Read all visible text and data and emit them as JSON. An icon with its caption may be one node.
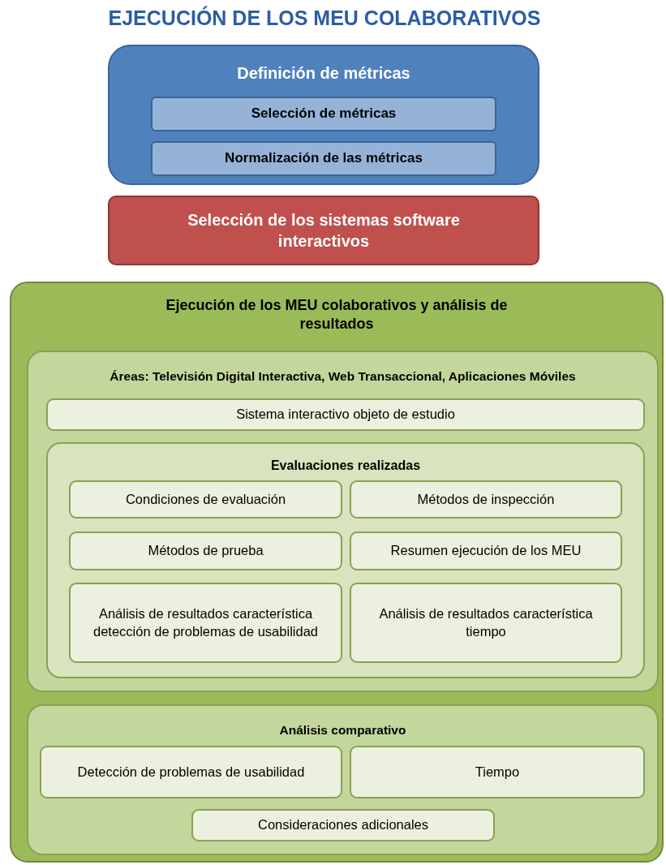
{
  "diagram": {
    "title": "EJECUCIÓN DE LOS MEU COLABORATIVOS",
    "nodes": [
      {
        "text": [
          "Definición de métricas"
        ]
      },
      {
        "text": [
          "Selección de métricas"
        ],
        "in": 0
      },
      {
        "text": [
          "Normalización de las métricas"
        ],
        "in": 0
      },
      {
        "text": [
          "Selección de los sistemas software interactivos"
        ]
      },
      {
        "text": [
          "Ejecución de los MEU colaborativos y análisis de resultados"
        ]
      },
      {
        "text": [
          "Áreas: Televisión Digital Interactiva, Web Transaccional, Aplicaciones Móviles"
        ],
        "in": 4
      },
      {
        "text": [
          "Sistema interactivo objeto de estudio"
        ],
        "in": 5
      },
      {
        "text": [
          "Evaluaciones realizadas"
        ],
        "in": 5
      },
      {
        "text": [
          "Condiciones de evaluación"
        ],
        "in": 7
      },
      {
        "text": [
          "Métodos de inspección"
        ],
        "in": 7
      },
      {
        "text": [
          "Métodos de prueba"
        ],
        "in": 7
      },
      {
        "text": [
          "Resumen ejecución de los MEU"
        ],
        "in": 7
      },
      {
        "text": [
          "Análisis de resultados característica detección de problemas de usabilidad"
        ],
        "in": 7
      },
      {
        "text": [
          "Análisis de resultados característica tiempo"
        ],
        "in": 7
      },
      {
        "text": [
          "Análisis comparativo"
        ],
        "in": 4
      },
      {
        "text": [
          "Detección de problemas de usabilidad"
        ],
        "in": 14
      },
      {
        "text": [
          "Tiempo"
        ],
        "in": 14
      },
      {
        "text": [
          "Consideraciones adicionales"
        ],
        "in": 14
      }
    ]
  }
}
